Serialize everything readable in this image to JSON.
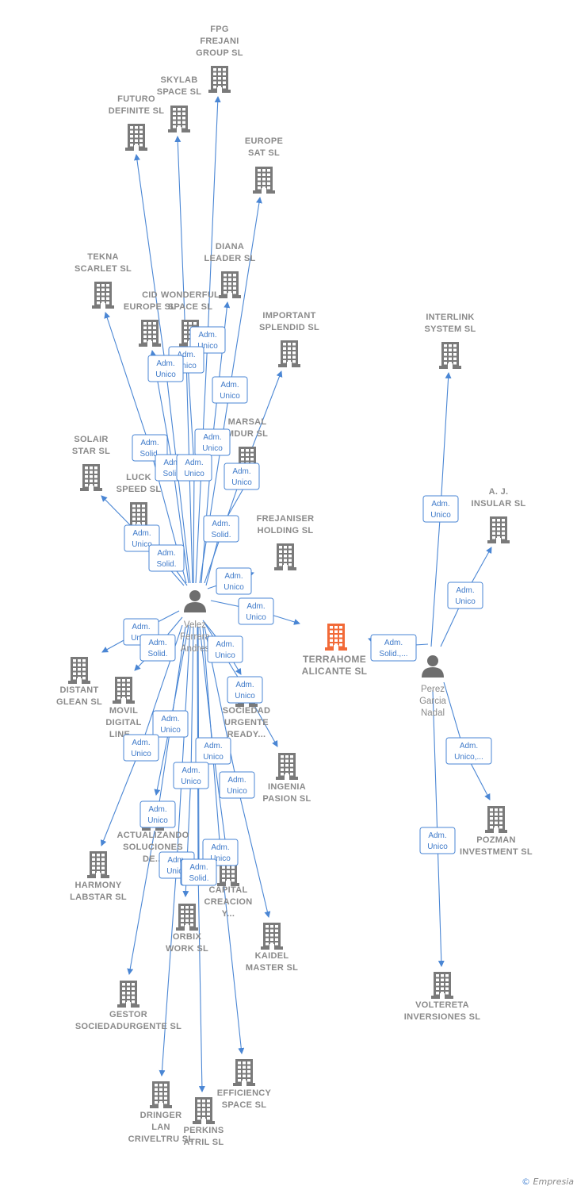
{
  "colors": {
    "edge": "#4a86d4",
    "building": "#7a7a7a",
    "building_highlight": "#f26a38",
    "label": "#8a8a8a"
  },
  "center_company": {
    "id": "terrahome",
    "lines": [
      "TERRAHOME",
      "ALICANTE  SL"
    ],
    "icon": "building-icon"
  },
  "persons": [
    {
      "id": "velez",
      "lines": [
        "Velez",
        "Ferrera",
        "Andres"
      ],
      "icon": "person-icon"
    },
    {
      "id": "perez",
      "lines": [
        "Perez",
        "Garcia",
        "Nadal"
      ],
      "icon": "person-icon"
    }
  ],
  "companies": [
    {
      "id": "fpg",
      "lines": [
        "FPG",
        "FREJANI",
        "GROUP  SL"
      ]
    },
    {
      "id": "skylab",
      "lines": [
        "SKYLAB",
        "SPACE  SL"
      ]
    },
    {
      "id": "futuro",
      "lines": [
        "FUTURO",
        "DEFINITE  SL"
      ]
    },
    {
      "id": "europesat",
      "lines": [
        "EUROPE",
        "SAT  SL"
      ]
    },
    {
      "id": "tekna",
      "lines": [
        "TEKNA",
        "SCARLET  SL"
      ]
    },
    {
      "id": "diana",
      "lines": [
        "DIANA",
        "LEADER  SL"
      ]
    },
    {
      "id": "cideurope",
      "lines": [
        "CID",
        "EUROPE  SL"
      ]
    },
    {
      "id": "wonderful",
      "lines": [
        "WONDERFUL",
        "SPACE  SL"
      ]
    },
    {
      "id": "important",
      "lines": [
        "IMPORTANT",
        "SPLENDID  SL"
      ]
    },
    {
      "id": "interlink",
      "lines": [
        "INTERLINK",
        "SYSTEM SL"
      ]
    },
    {
      "id": "marsal",
      "lines": [
        "MARSAL",
        "MDUR  SL"
      ]
    },
    {
      "id": "solair",
      "lines": [
        "SOLAIR",
        "STAR  SL"
      ]
    },
    {
      "id": "luck",
      "lines": [
        "LUCK",
        "SPEED  SL"
      ]
    },
    {
      "id": "ajinsular",
      "lines": [
        "A.  J.",
        "INSULAR SL"
      ]
    },
    {
      "id": "frejaniser",
      "lines": [
        "FREJANISER",
        "HOLDING  SL"
      ]
    },
    {
      "id": "distant",
      "lines": [
        "DISTANT",
        "GLEAN  SL"
      ]
    },
    {
      "id": "movil",
      "lines": [
        "MOVIL",
        "DIGITAL",
        "LINE..."
      ]
    },
    {
      "id": "sociedad",
      "lines": [
        "SOCIEDAD",
        "URGENTE",
        "READY..."
      ]
    },
    {
      "id": "ingenia",
      "lines": [
        "INGENIA",
        "PASION  SL"
      ]
    },
    {
      "id": "pozman",
      "lines": [
        "POZMAN",
        "INVESTMENT SL"
      ]
    },
    {
      "id": "actualizando",
      "lines": [
        "ACTUALIZANDO",
        "SOLUCIONES",
        "DE..."
      ]
    },
    {
      "id": "harmony",
      "lines": [
        "HARMONY",
        "LABSTAR SL"
      ]
    },
    {
      "id": "capital",
      "lines": [
        "CAPITAL",
        "CREACION",
        "Y..."
      ]
    },
    {
      "id": "orbix",
      "lines": [
        "ORBIX",
        "WORK  SL"
      ]
    },
    {
      "id": "kaidel",
      "lines": [
        "KAIDEL",
        "MASTER  SL"
      ]
    },
    {
      "id": "voltereta",
      "lines": [
        "VOLTERETA",
        "INVERSIONES SL"
      ]
    },
    {
      "id": "gestor",
      "lines": [
        "GESTOR",
        "SOCIEDADURGENTE SL"
      ]
    },
    {
      "id": "efficiency",
      "lines": [
        "EFFICIENCY",
        "SPACE SL"
      ]
    },
    {
      "id": "dringer",
      "lines": [
        "DRINGER",
        "LAN",
        "CRIVELTRU SL"
      ]
    },
    {
      "id": "perkins",
      "lines": [
        "PERKINS",
        "ATRIL  SL"
      ]
    }
  ],
  "relations": [
    {
      "lines": [
        "Adm.",
        "Unico"
      ]
    },
    {
      "lines": [
        "Adm.",
        "Unico"
      ]
    },
    {
      "lines": [
        "Adm.",
        "Unico"
      ]
    },
    {
      "lines": [
        "Adm.",
        "Unico"
      ]
    },
    {
      "lines": [
        "Adm.",
        "Solid."
      ]
    },
    {
      "lines": [
        "Adm.",
        "Unico"
      ]
    },
    {
      "lines": [
        "Adm.",
        "Solid."
      ]
    },
    {
      "lines": [
        "Adm.",
        "Unico"
      ]
    },
    {
      "lines": [
        "Adm.",
        "Unico"
      ]
    },
    {
      "lines": [
        "Adm.",
        "Solid."
      ]
    },
    {
      "lines": [
        "Adm.",
        "Unico"
      ]
    },
    {
      "lines": [
        "Adm.",
        "Solid."
      ]
    },
    {
      "lines": [
        "Adm.",
        "Unico"
      ]
    },
    {
      "lines": [
        "Adm.",
        "Unico"
      ]
    },
    {
      "lines": [
        "Adm.",
        "Unico"
      ]
    },
    {
      "lines": [
        "Adm.",
        "Solid."
      ]
    },
    {
      "lines": [
        "Adm.",
        "Unico"
      ]
    },
    {
      "lines": [
        "Adm.",
        "Unico"
      ]
    },
    {
      "lines": [
        "Adm.",
        "Unico"
      ]
    },
    {
      "lines": [
        "Adm.",
        "Unico"
      ]
    },
    {
      "lines": [
        "Adm.",
        "Unico"
      ]
    },
    {
      "lines": [
        "Adm.",
        "Unico"
      ]
    },
    {
      "lines": [
        "Adm.",
        "Unico"
      ]
    },
    {
      "lines": [
        "Adm.",
        "Unico"
      ]
    },
    {
      "lines": [
        "Adm.",
        "Unico"
      ]
    },
    {
      "lines": [
        "Adm.",
        "Unico"
      ]
    },
    {
      "lines": [
        "Adm.",
        "Unico"
      ]
    },
    {
      "lines": [
        "Adm.",
        "Solid."
      ]
    },
    {
      "lines": [
        "Adm.",
        "Unico"
      ]
    },
    {
      "lines": [
        "Adm.",
        "Unico"
      ]
    },
    {
      "lines": [
        "Adm.",
        "Solid.,..."
      ]
    },
    {
      "lines": [
        "Adm.",
        "Unico,..."
      ]
    },
    {
      "lines": [
        "Adm.",
        "Unico"
      ]
    }
  ],
  "footer": {
    "copyright": "©",
    "brand": "Empresia"
  }
}
